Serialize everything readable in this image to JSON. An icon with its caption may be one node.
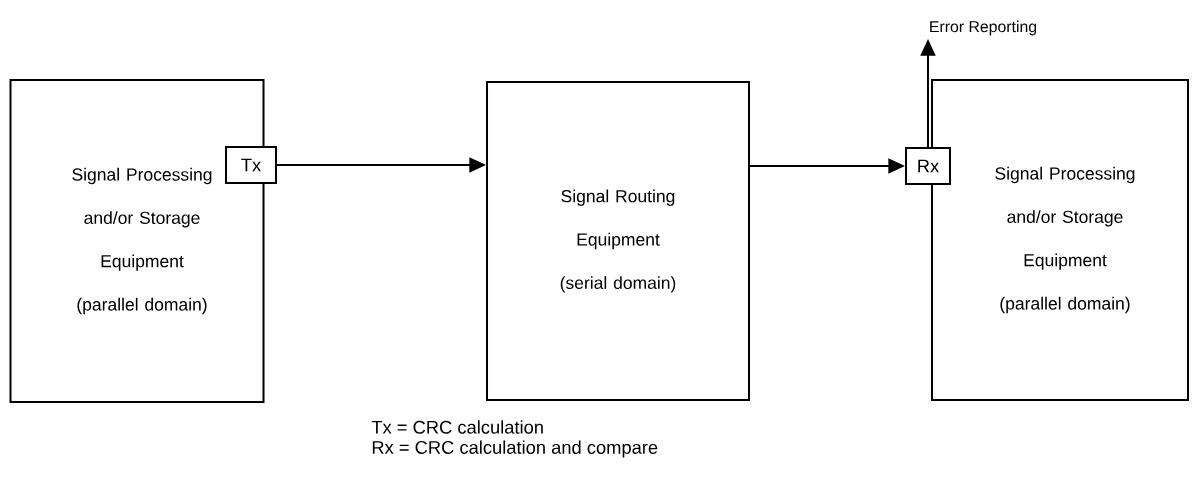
{
  "diagram": {
    "nodes": [
      {
        "text": [
          "Signal Processing and/or Storage Equipment (parallel domain)"
        ]
      },
      {
        "text": [
          "Tx"
        ]
      },
      {
        "text": [
          "Signal Routing Equipment (serial domain)"
        ]
      },
      {
        "text": [
          "Signal Processing and/or Storage Equipment (parallel domain)"
        ]
      },
      {
        "text": [
          "Rx"
        ]
      },
      {
        "text": [
          "Error Reporting"
        ]
      }
    ],
    "edges": [
      {
        "from": 1,
        "to": 2,
        "arrow": "to"
      },
      {
        "from": 2,
        "to": 4,
        "arrow": "to"
      },
      {
        "from": 4,
        "to": 5,
        "arrow": "to"
      }
    ],
    "labels": [
      "Tx = CRC calculation",
      "Rx = CRC calculation and compare"
    ]
  }
}
